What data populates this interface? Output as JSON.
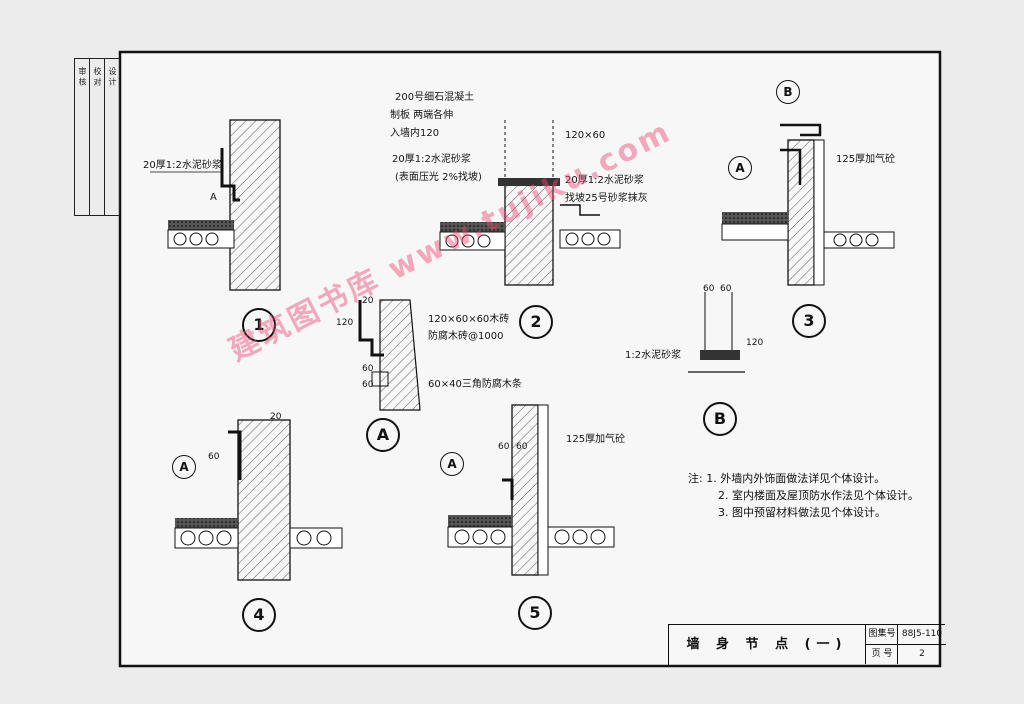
{
  "sheet": {
    "title": "墙 身 节 点 (一)",
    "atlas_label": "图集号",
    "atlas_number": "88J5-110",
    "page_label": "页 号",
    "page_number": "2"
  },
  "watermark": "建筑图书库 www.tujiku.com",
  "stamp": {
    "cells": [
      "审 核",
      "校 对",
      "设 计"
    ]
  },
  "details": [
    {
      "id": "1",
      "labels": [
        "20厚1:2水泥砂浆",
        "A"
      ]
    },
    {
      "id": "2",
      "labels": [
        "200号细石混凝土",
        "制板  两端各伸",
        "入墙内120",
        "20厚1:2水泥砂浆",
        "(表面压光 2%找坡)",
        "120×60",
        "20厚1:2水泥砂浆",
        "找坡25号砂浆抹灰"
      ]
    },
    {
      "id": "3",
      "labels": [
        "B",
        "A",
        "125厚加气砼"
      ]
    },
    {
      "id": "4",
      "labels": [
        "A",
        "60",
        "20"
      ]
    },
    {
      "id": "5",
      "labels": [
        "A",
        "60",
        "60",
        "125厚加气砼"
      ]
    }
  ],
  "detail_A": {
    "id": "A",
    "labels": [
      "120×60×60木砖",
      "防腐木砖@1000",
      "60×40三角防腐木条",
      "20",
      "120",
      "60",
      "60"
    ]
  },
  "detail_B": {
    "id": "B",
    "labels": [
      "60",
      "60",
      "1:2水泥砂浆",
      "120"
    ]
  },
  "notes": [
    "注: 1. 外墙内外饰面做法详见个体设计。",
    "2. 室内楼面及屋顶防水作法见个体设计。",
    "3. 图中预留材料做法见个体设计。"
  ]
}
